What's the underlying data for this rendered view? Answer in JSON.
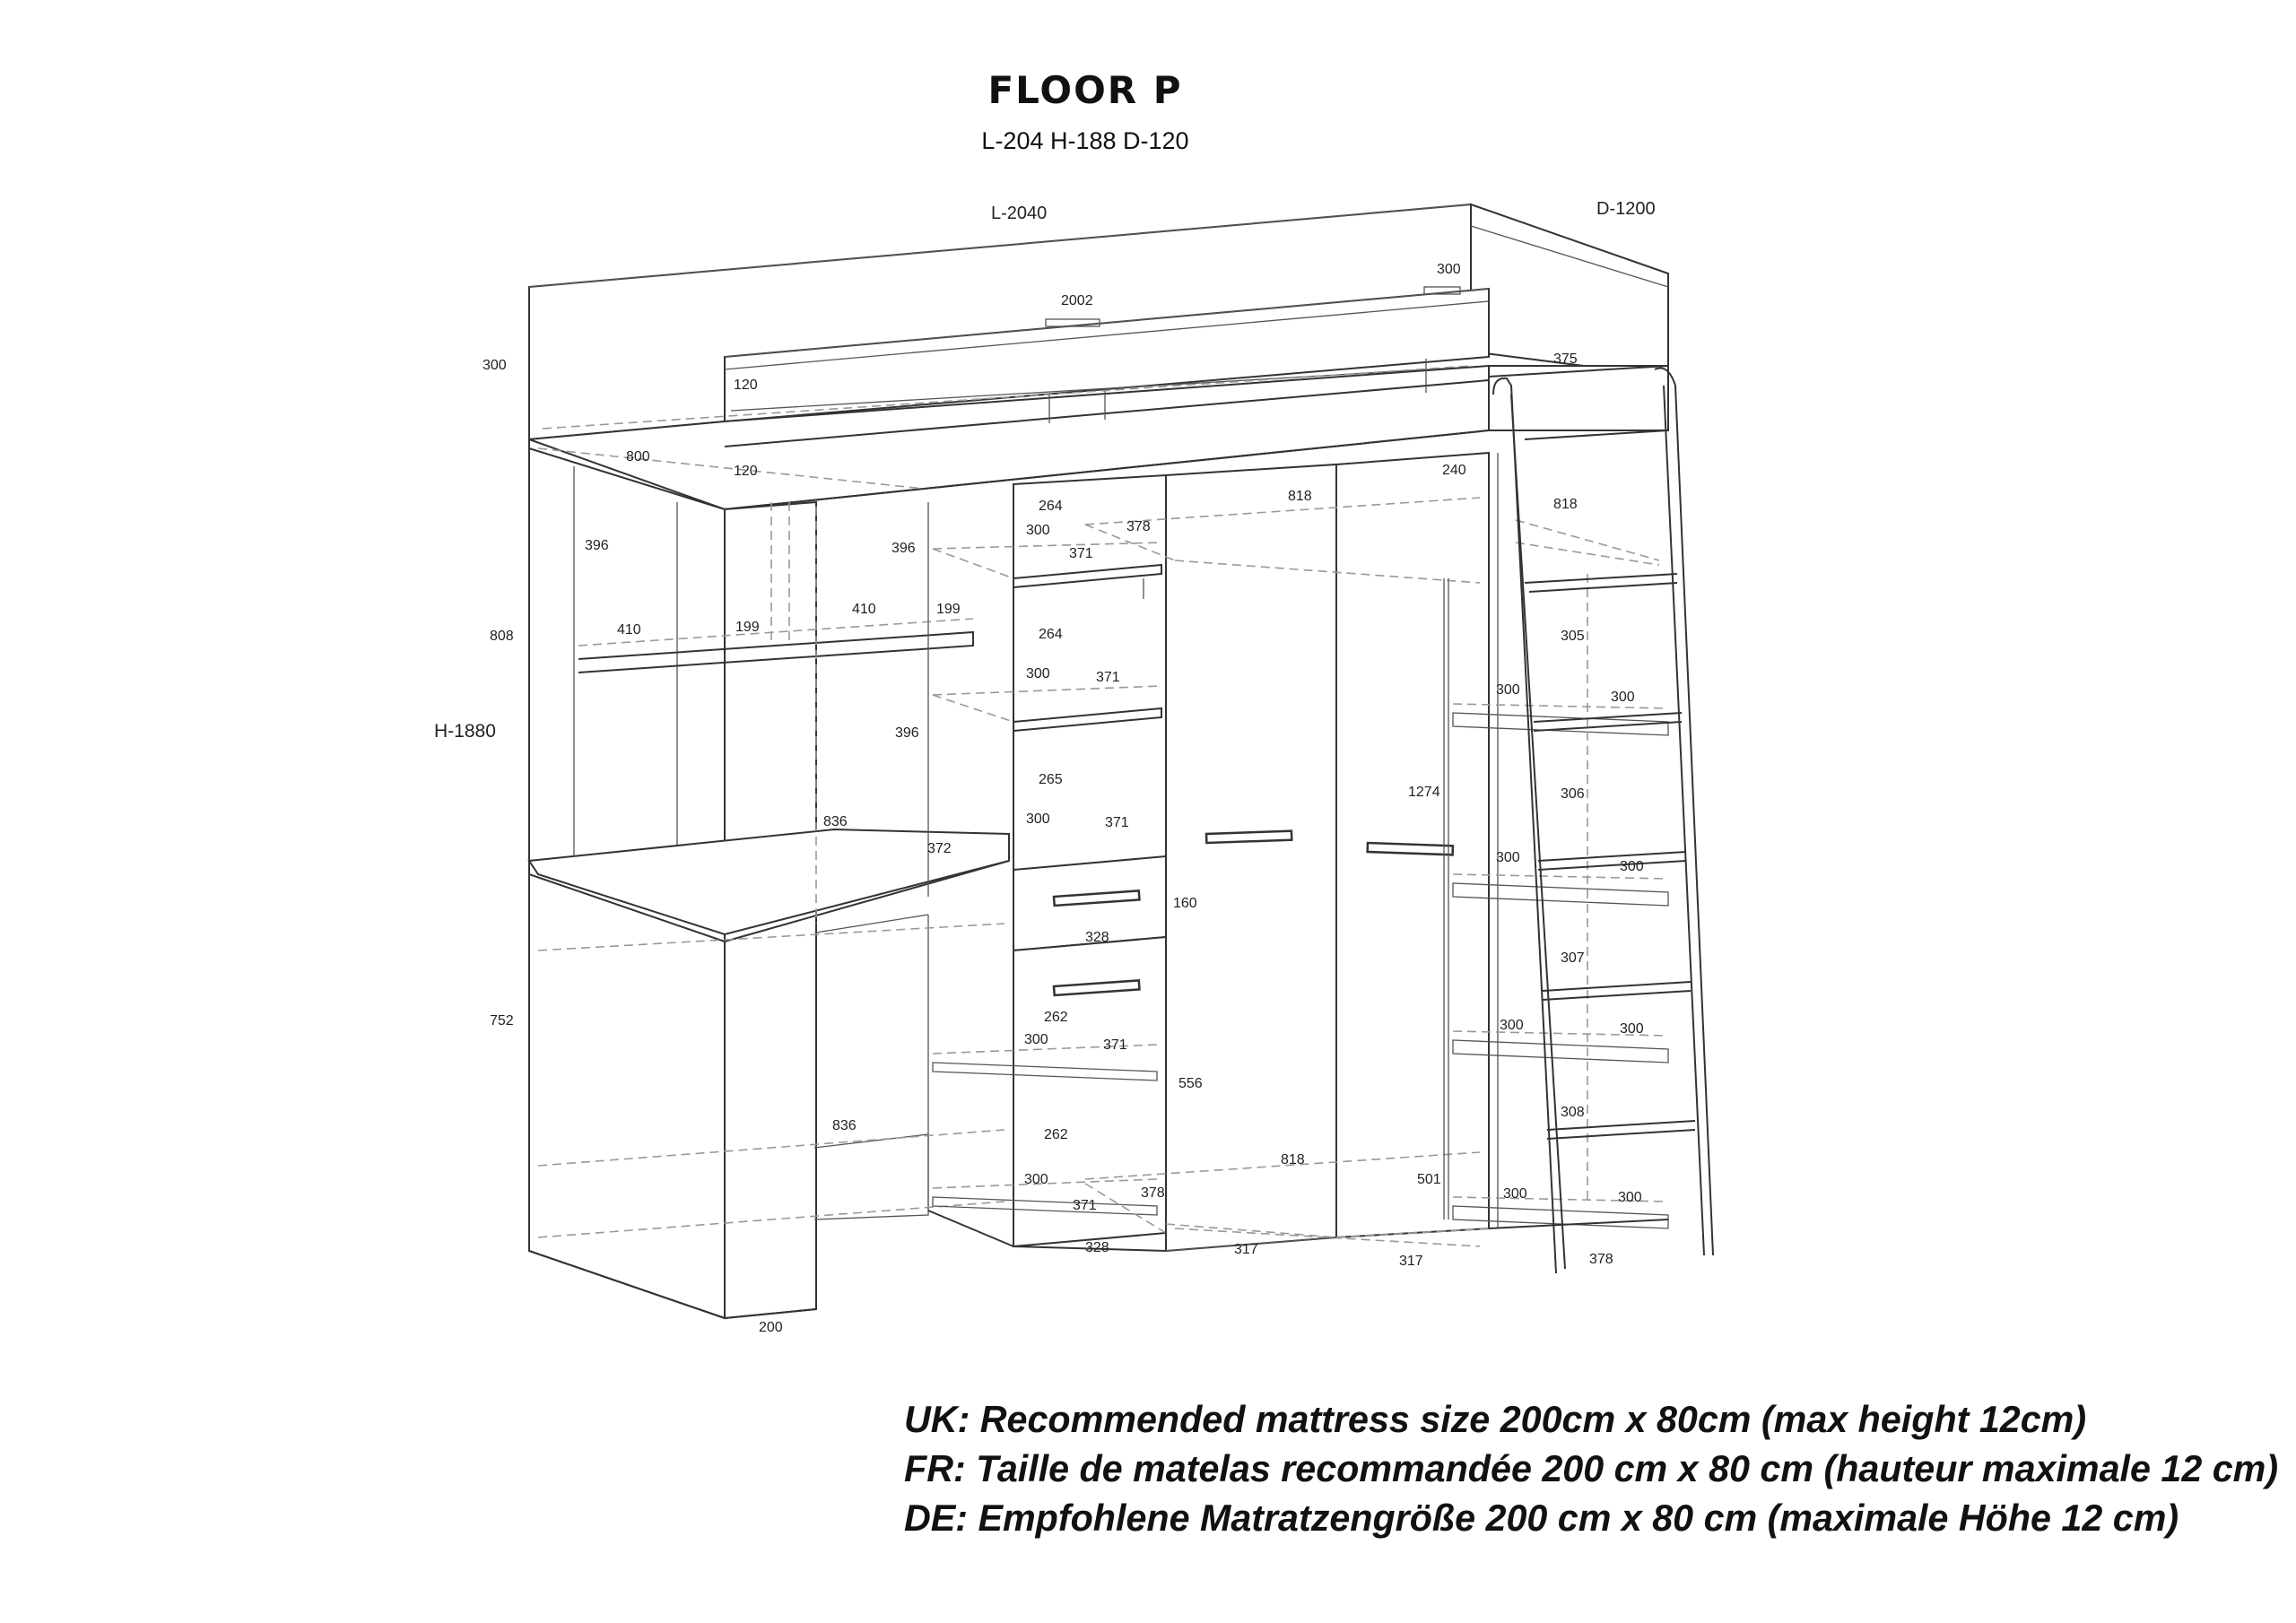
{
  "header": {
    "title": "FLOOR P",
    "subtitle": "L-204 H-188 D-120"
  },
  "overall": {
    "length": "L-2040",
    "depth": "D-1200",
    "height": "H-1880"
  },
  "dimensions": {
    "top_length": "2002",
    "rail_300": "300",
    "rail_height_120_a": "120",
    "rail_height_120_b": "120",
    "left_side_300": "300",
    "bed_depth_800": "800",
    "ladder_top_375": "375",
    "left_396": "396",
    "left_808": "808",
    "desk_shelf_410_a": "410",
    "desk_shelf_199_a": "199",
    "desk_shelf_410_b": "410",
    "desk_shelf_199_b": "199",
    "mid_396_a": "396",
    "mid_396_b": "396",
    "desk_836": "836",
    "desk_372": "372",
    "left_752": "752",
    "lower_836": "836",
    "bottom_200": "200",
    "shelf_264_a": "264",
    "shelf_300_a": "300",
    "shelf_378_a": "378",
    "shelf_371_a": "371",
    "shelf_264_b": "264",
    "shelf_300_b": "300",
    "shelf_371_b": "371",
    "shelf_265": "265",
    "shelf_300_c": "300",
    "shelf_371_c": "371",
    "drawer_160": "160",
    "drawer_328": "328",
    "shelf_262_a": "262",
    "shelf_300_d": "300",
    "shelf_371_d": "371",
    "door_556": "556",
    "shelf_262_b": "262",
    "shelf_300_e": "300",
    "shelf_378_b": "378",
    "shelf_371_e": "371",
    "base_328": "328",
    "wardrobe_818_top": "818",
    "wardrobe_240": "240",
    "wardrobe_1274": "1274",
    "wardrobe_818_bottom": "818",
    "wardrobe_501": "501",
    "base_317_a": "317",
    "base_317_b": "317",
    "right_818": "818",
    "right_305": "305",
    "right_300_a": "300",
    "right_300_b": "300",
    "right_306": "306",
    "right_300_c": "300",
    "right_300_d": "300",
    "right_307": "307",
    "right_300_e": "300",
    "right_300_f": "300",
    "right_308": "308",
    "right_300_g": "300",
    "right_300_h": "300",
    "right_378": "378"
  },
  "notes": {
    "uk": "UK: Recommended mattress size 200cm x 80cm (max height 12cm)",
    "fr": "FR: Taille de matelas recommandée 200 cm x 80 cm (hauteur maximale 12 cm)",
    "de": "DE: Empfohlene Matratzengröße 200 cm x 80 cm (maximale Höhe 12 cm)"
  }
}
